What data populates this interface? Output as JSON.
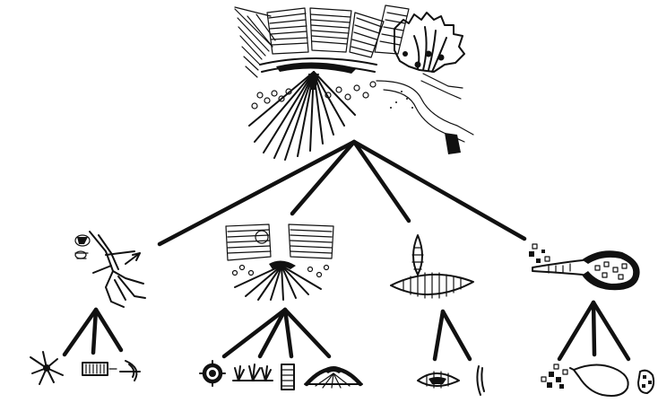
{
  "diagram": {
    "type": "tree",
    "root": {
      "id": "master-plan"
    },
    "children": [
      {
        "id": "branch-1",
        "leaves": [
          "leaf-1a",
          "leaf-1b",
          "leaf-1c"
        ]
      },
      {
        "id": "branch-2",
        "leaves": [
          "leaf-2a",
          "leaf-2b",
          "leaf-2c",
          "leaf-2d"
        ]
      },
      {
        "id": "branch-3",
        "leaves": [
          "leaf-3a",
          "leaf-3b"
        ]
      },
      {
        "id": "branch-4",
        "leaves": [
          "leaf-4a",
          "leaf-4b",
          "leaf-4c"
        ]
      }
    ],
    "colors": {
      "ink": "#111111",
      "paper": "#ffffff"
    }
  }
}
